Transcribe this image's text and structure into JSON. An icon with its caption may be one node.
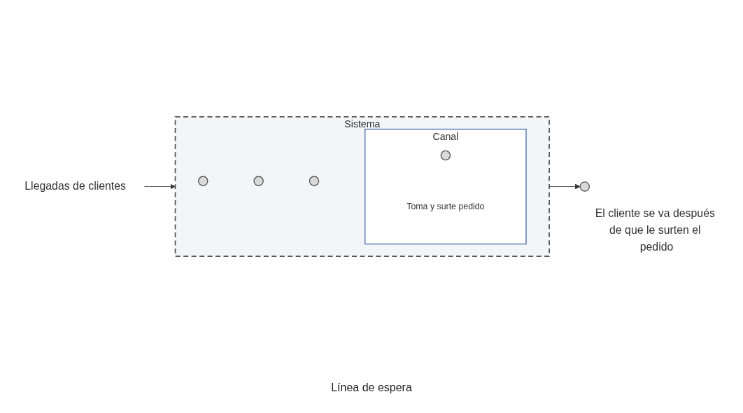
{
  "diagram": {
    "nodes": [
      {
        "text": [
          "Sistema"
        ]
      },
      {
        "text": [
          "Llegadas de clientes"
        ]
      },
      {
        "text": [],
        "shape": "circle",
        "in": 0
      },
      {
        "text": [],
        "shape": "circle",
        "in": 0
      },
      {
        "text": [],
        "shape": "circle",
        "in": 0
      },
      {
        "text": [
          "Canal",
          "Toma y surte pedido"
        ],
        "in": 0
      },
      {
        "text": [],
        "shape": "circle",
        "in": 5
      },
      {
        "text": [],
        "shape": "circle",
        "beside": [
          "El cliente se va después de que le surten el pedido"
        ]
      }
    ],
    "edges": [
      {
        "from": 1,
        "to": 0,
        "arrow": "to"
      },
      {
        "from": 0,
        "to": 7,
        "arrow": "to"
      }
    ],
    "labels": [
      "Línea de espera"
    ]
  }
}
